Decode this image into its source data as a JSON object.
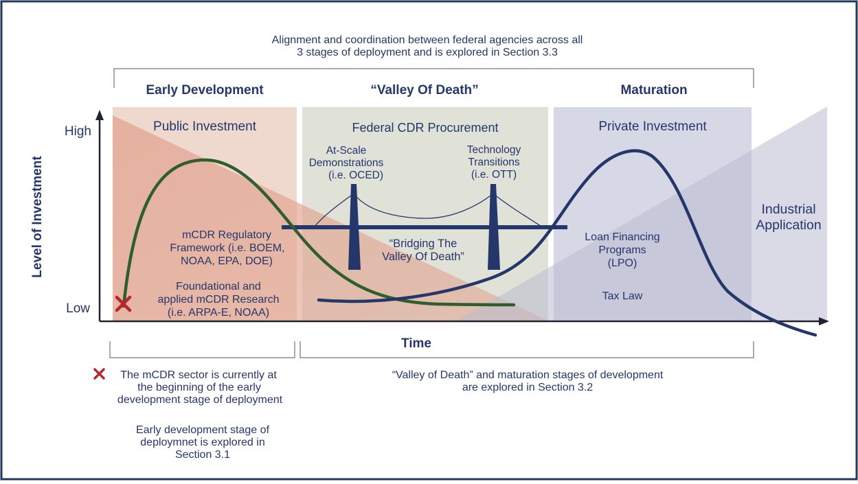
{
  "header": {
    "line1": "Alignment and coordination between federal agencies across all",
    "line2": "3 stages of deployment and is explored in Section 3.3"
  },
  "stages": {
    "early": "Early Development",
    "valley": "“Valley Of Death”",
    "maturation": "Maturation"
  },
  "panels": {
    "public": "Public Investment",
    "federal": "Federal CDR Procurement",
    "private": "Private Investment"
  },
  "axes": {
    "y_label": "Level of Investment",
    "y_high": "High",
    "y_low": "Low",
    "x_label": "Time"
  },
  "annotations": {
    "at_scale": [
      "At-Scale",
      "Demonstrations",
      "(i.e. OCED)"
    ],
    "tech_transitions": [
      "Technology",
      "Transitions",
      "(i.e. OTT)"
    ],
    "bridging": [
      "“Bridging The",
      "Valley Of Death”"
    ],
    "regulatory": [
      "mCDR Regulatory",
      "Framework (i.e. BOEM,",
      "NOAA, EPA, DOE)"
    ],
    "research": [
      "Foundational and",
      "applied mCDR Research",
      "(i.e. ARPA-E, NOAA)"
    ],
    "loan": [
      "Loan Financing",
      "Programs",
      "(LPO)"
    ],
    "tax": "Tax Law",
    "industrial": [
      "Industrial",
      "Application"
    ]
  },
  "footer": {
    "current_stage": [
      "The mCDR sector is currently at",
      "the beginning of the early",
      "development stage of deployment"
    ],
    "early_section": [
      "Early development stage of",
      "deploymnet is explored in",
      "Section 3.1"
    ],
    "valley_section": [
      "“Valley of Death” and maturation stages of development",
      "are explored in Section 3.2"
    ]
  },
  "colors": {
    "border": "#1f3a5c",
    "navy": "#25366b",
    "green_curve": "#2f5e2e",
    "public_panel": "#efd9cf",
    "federal_panel": "#e0e2d8",
    "private_panel": "#d7d8e6",
    "marker": "#b5262f"
  },
  "icons": {
    "current_marker": "x-mark-icon"
  }
}
